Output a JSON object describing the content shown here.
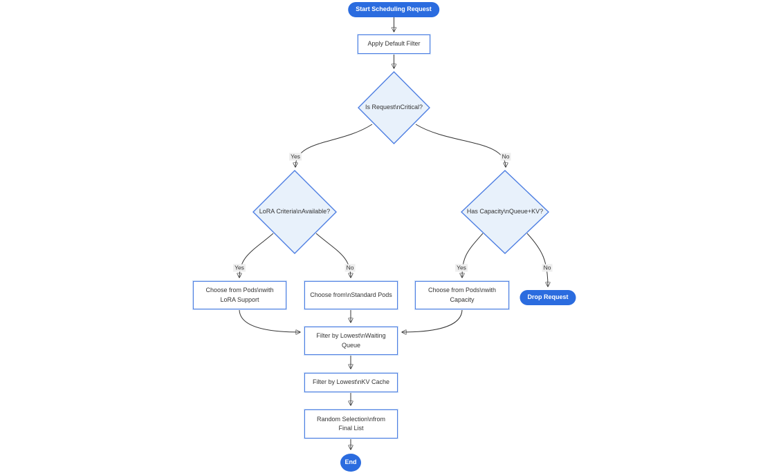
{
  "colors": {
    "accent": "#2b6cdf",
    "node_border": "#4d7ee2",
    "decision_fill": "#e8f1fb",
    "edge": "#333333",
    "label_bg": "#eeeeee",
    "text": "#333333",
    "canvas": "#ffffff"
  },
  "flowchart": {
    "type": "flowchart-top-down",
    "nodes": {
      "start": {
        "label": "Start Scheduling Request",
        "shape": "stadium"
      },
      "apply_filter": {
        "label": "Apply Default Filter",
        "shape": "rect"
      },
      "is_critical": {
        "label": "Is Request\\nCritical?",
        "shape": "diamond"
      },
      "lora_available": {
        "label": "LoRA Criteria\\nAvailable?",
        "shape": "diamond"
      },
      "has_capacity": {
        "label": "Has Capacity\\nQueue+KV?",
        "shape": "diamond"
      },
      "choose_lora": {
        "label": "Choose from Pods\\nwith LoRA Support",
        "shape": "rect"
      },
      "choose_standard": {
        "label": "Choose from\\nStandard Pods",
        "shape": "rect"
      },
      "choose_capacity": {
        "label": "Choose from Pods\\nwith Capacity",
        "shape": "rect"
      },
      "drop_request": {
        "label": "Drop Request",
        "shape": "stadium"
      },
      "filter_queue": {
        "label": "Filter by Lowest\\nWaiting Queue",
        "shape": "rect"
      },
      "filter_kv": {
        "label": "Filter by Lowest\\nKV Cache",
        "shape": "rect"
      },
      "random_selection": {
        "label": "Random Selection\\nfrom Final List",
        "shape": "rect"
      },
      "end": {
        "label": "End",
        "shape": "circle"
      }
    },
    "edges": [
      {
        "from": "start",
        "to": "apply_filter",
        "label": ""
      },
      {
        "from": "apply_filter",
        "to": "is_critical",
        "label": ""
      },
      {
        "from": "is_critical",
        "to": "lora_available",
        "label": "Yes"
      },
      {
        "from": "is_critical",
        "to": "has_capacity",
        "label": "No"
      },
      {
        "from": "lora_available",
        "to": "choose_lora",
        "label": "Yes"
      },
      {
        "from": "lora_available",
        "to": "choose_standard",
        "label": "No"
      },
      {
        "from": "has_capacity",
        "to": "choose_capacity",
        "label": "Yes"
      },
      {
        "from": "has_capacity",
        "to": "drop_request",
        "label": "No"
      },
      {
        "from": "choose_lora",
        "to": "filter_queue",
        "label": ""
      },
      {
        "from": "choose_standard",
        "to": "filter_queue",
        "label": ""
      },
      {
        "from": "choose_capacity",
        "to": "filter_queue",
        "label": ""
      },
      {
        "from": "filter_queue",
        "to": "filter_kv",
        "label": ""
      },
      {
        "from": "filter_kv",
        "to": "random_selection",
        "label": ""
      },
      {
        "from": "random_selection",
        "to": "end",
        "label": ""
      }
    ]
  }
}
